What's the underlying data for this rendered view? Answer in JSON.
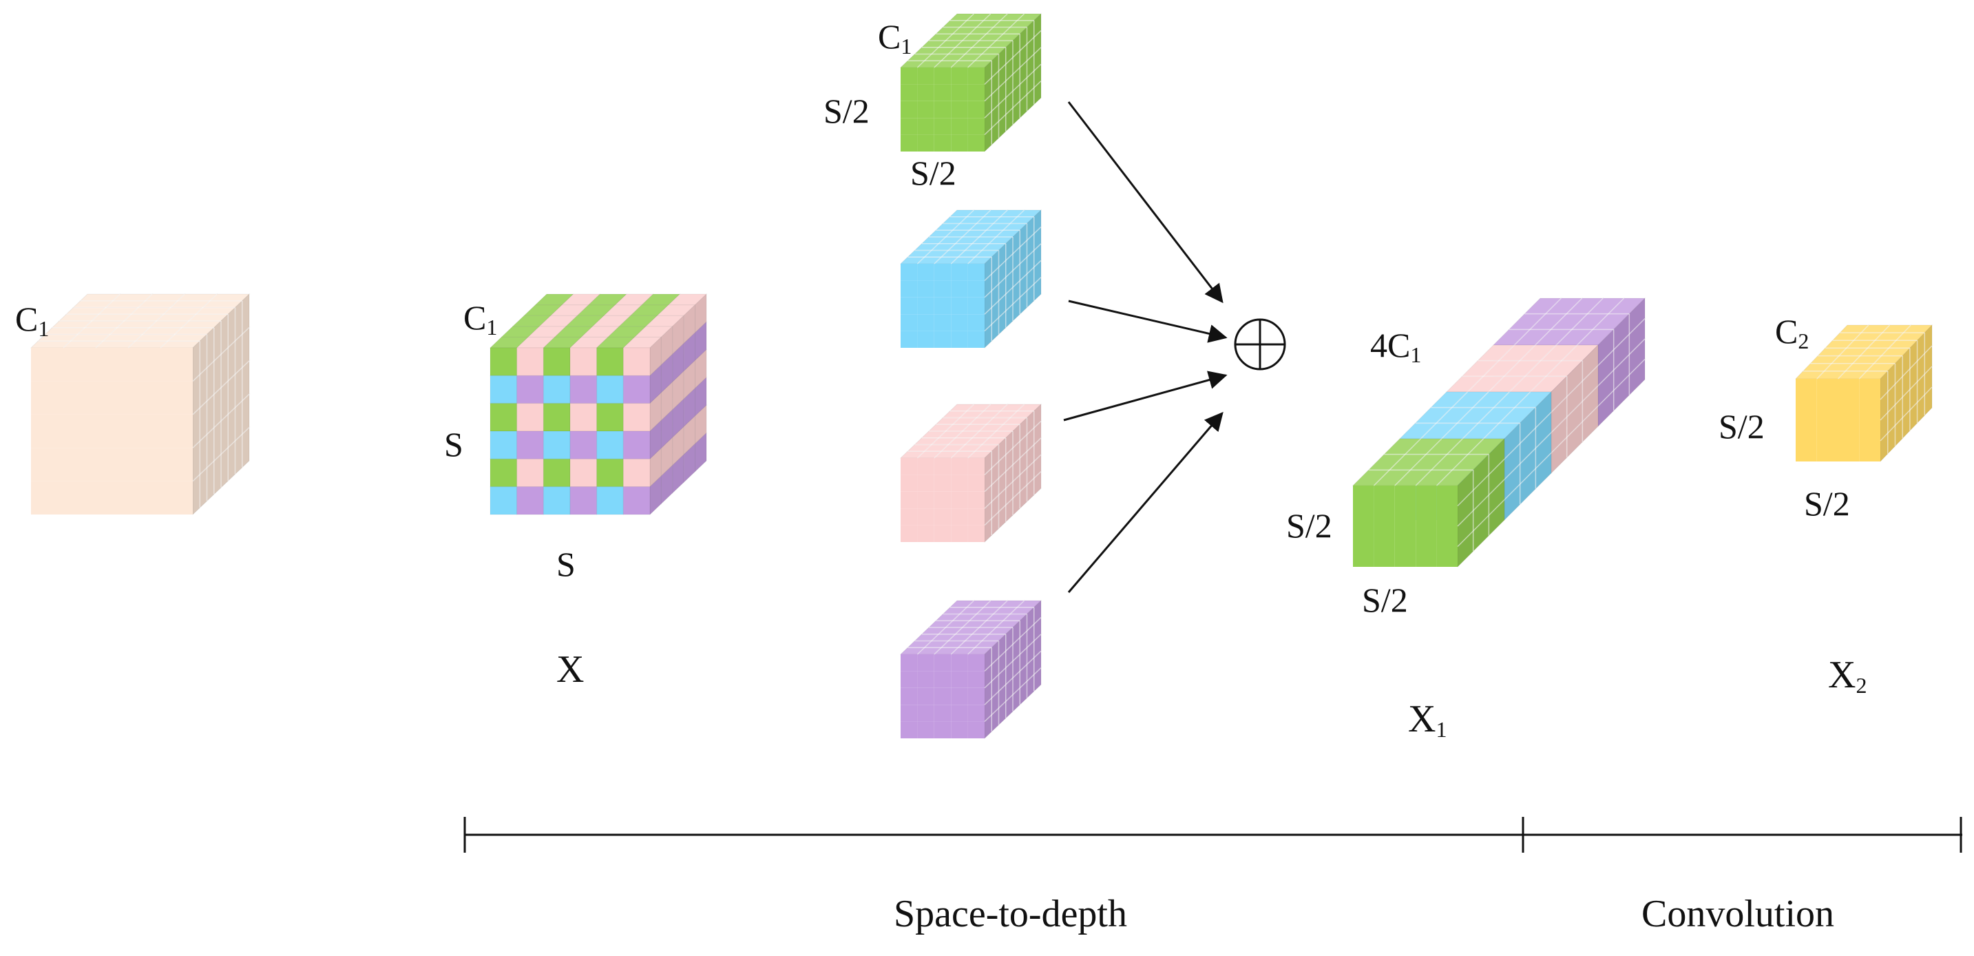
{
  "labels": {
    "input_cube": {
      "channel": "C",
      "channel_sub": "1"
    },
    "x_cube": {
      "channel": "C",
      "channel_sub": "1",
      "height": "S",
      "width": "S",
      "name": "X"
    },
    "green_slice": {
      "channel": "C",
      "channel_sub": "1",
      "height": "S/2",
      "width": "S/2"
    },
    "x1_block": {
      "channel": "4C",
      "channel_sub": "1",
      "height": "S/2",
      "width": "S/2",
      "name": "X",
      "name_sub": "1"
    },
    "x2_cube": {
      "channel": "C",
      "channel_sub": "2",
      "height": "S/2",
      "width": "S/2",
      "name": "X",
      "name_sub": "2"
    },
    "concat_symbol": "⊕",
    "stages": {
      "space_to_depth": "Space-to-depth",
      "convolution": "Convolution"
    }
  },
  "colors": {
    "input_peach": "#fde8d8",
    "green": "#92d050",
    "blue": "#7fd8fb",
    "pink": "#fbd0d0",
    "purple": "#c39be0",
    "yellow": "#ffd966",
    "line": "#111111"
  }
}
